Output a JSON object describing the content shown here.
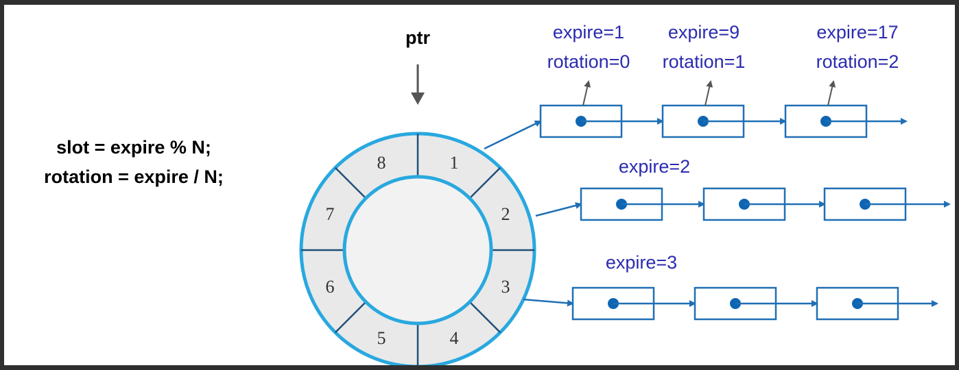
{
  "formula": {
    "line1": "slot = expire % N;",
    "line2": "rotation = expire / N;"
  },
  "ptr_label": "ptr",
  "slots": [
    "1",
    "2",
    "3",
    "4",
    "5",
    "6",
    "7",
    "8"
  ],
  "lists": [
    {
      "slot": "1",
      "nodes": [
        {
          "expire": "expire=1",
          "rotation": "rotation=0"
        },
        {
          "expire": "expire=9",
          "rotation": "rotation=1"
        },
        {
          "expire": "expire=17",
          "rotation": "rotation=2"
        }
      ]
    },
    {
      "slot": "2",
      "label": "expire=2",
      "nodes": [
        {},
        {},
        {}
      ]
    },
    {
      "slot": "3",
      "label": "expire=3",
      "nodes": [
        {},
        {},
        {}
      ]
    }
  ],
  "colors": {
    "wheel": "#29a8df",
    "wheel_fill": "#e9e9e9",
    "node": "#1f6fb5",
    "dot": "#0e66b3",
    "label": "#2b2bb0",
    "ptr_arrow": "#555555"
  }
}
